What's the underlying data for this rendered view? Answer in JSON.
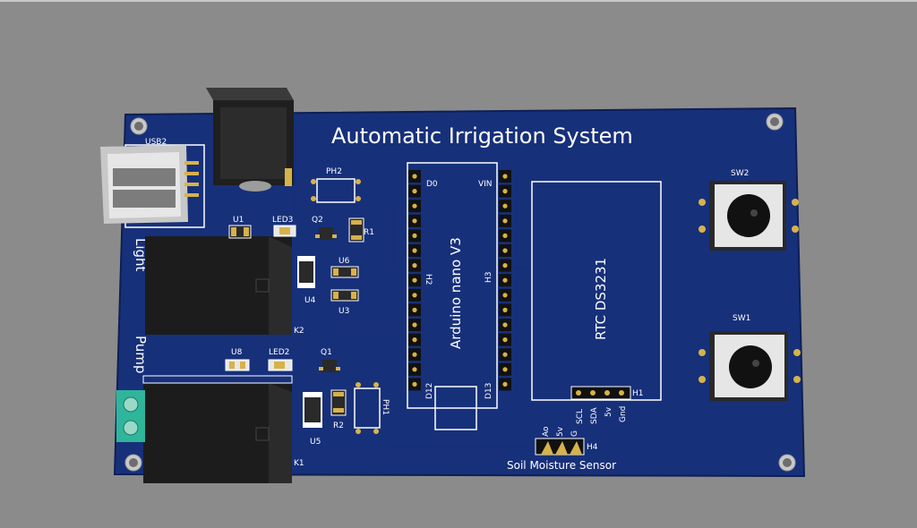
{
  "board": {
    "title": "Automatic Irrigation System",
    "color_pcb": "#17307a",
    "color_silk": "#ffffff",
    "color_gold": "#d7b24a",
    "color_terminal": "#2fb59a"
  },
  "labels": {
    "usb": "USB2",
    "light": "Light",
    "pump": "Pump",
    "u1": "U1",
    "led3": "LED3",
    "q2": "Q2",
    "r1": "R1",
    "ph2": "PH2",
    "u6": "U6",
    "u4": "U4",
    "u3": "U3",
    "k2": "K2",
    "u8": "U8",
    "led2": "LED2",
    "q1": "Q1",
    "r2": "R2",
    "ph1": "PH1",
    "u5": "U5",
    "k1": "K1",
    "d0": "D0",
    "vin": "VIN",
    "h2": "H2",
    "h3": "H3",
    "d12": "D12",
    "d13": "D13",
    "arduino": "Arduino nano V3",
    "rtc": "RTC DS3231",
    "h1": "H1",
    "scl": "SCL",
    "sda": "SDA",
    "v5a": "5v",
    "gnd": "Gnd",
    "ao": "Ao",
    "v5b": "5v",
    "g": "G",
    "h4": "H4",
    "soil": "Soil Moisture Sensor",
    "sw1": "SW1",
    "sw2": "SW2"
  }
}
